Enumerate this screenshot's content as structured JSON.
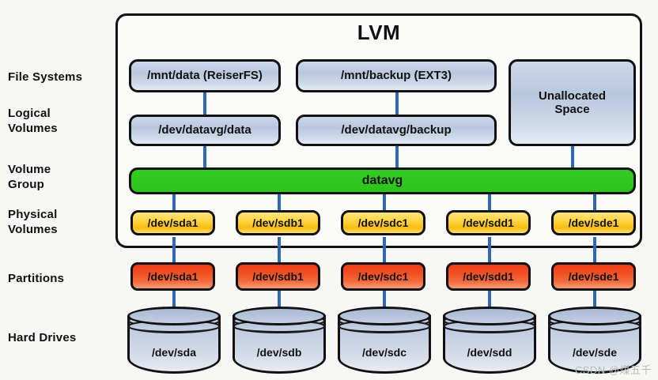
{
  "diagram": {
    "title": "LVM",
    "watermark": "CSDN @煤五千",
    "colors": {
      "volume_group": "#2cc41b",
      "physical_volume": "#ffd13b",
      "partition": "#f04f23",
      "file_system": "#c3cfe2",
      "connector": "#2f68b5",
      "outline": "#111111",
      "background": "#f7f7f5"
    }
  },
  "row_labels": [
    {
      "id": "file-systems",
      "text": "File Systems"
    },
    {
      "id": "logical-volumes",
      "text": "Logical\nVolumes"
    },
    {
      "id": "volume-group",
      "text": "Volume\nGroup"
    },
    {
      "id": "physical-volumes",
      "text": "Physical\nVolumes"
    },
    {
      "id": "partitions",
      "text": "Partitions"
    },
    {
      "id": "hard-drives",
      "text": "Hard Drives"
    }
  ],
  "file_systems": [
    {
      "label": "/mnt/data (ReiserFS)"
    },
    {
      "label": "/mnt/backup (EXT3)"
    },
    {
      "label": "Unallocated\nSpace"
    }
  ],
  "logical_volumes": [
    {
      "label": "/dev/datavg/data"
    },
    {
      "label": "/dev/datavg/backup"
    }
  ],
  "volume_group": {
    "label": "datavg"
  },
  "physical_volumes": [
    {
      "label": "/dev/sda1"
    },
    {
      "label": "/dev/sdb1"
    },
    {
      "label": "/dev/sdc1"
    },
    {
      "label": "/dev/sdd1"
    },
    {
      "label": "/dev/sde1"
    }
  ],
  "partitions": [
    {
      "label": "/dev/sda1"
    },
    {
      "label": "/dev/sdb1"
    },
    {
      "label": "/dev/sdc1"
    },
    {
      "label": "/dev/sdd1"
    },
    {
      "label": "/dev/sde1"
    }
  ],
  "hard_drives": [
    {
      "label": "/dev/sda"
    },
    {
      "label": "/dev/sdb"
    },
    {
      "label": "/dev/sdc"
    },
    {
      "label": "/dev/sdd"
    },
    {
      "label": "/dev/sde"
    }
  ]
}
